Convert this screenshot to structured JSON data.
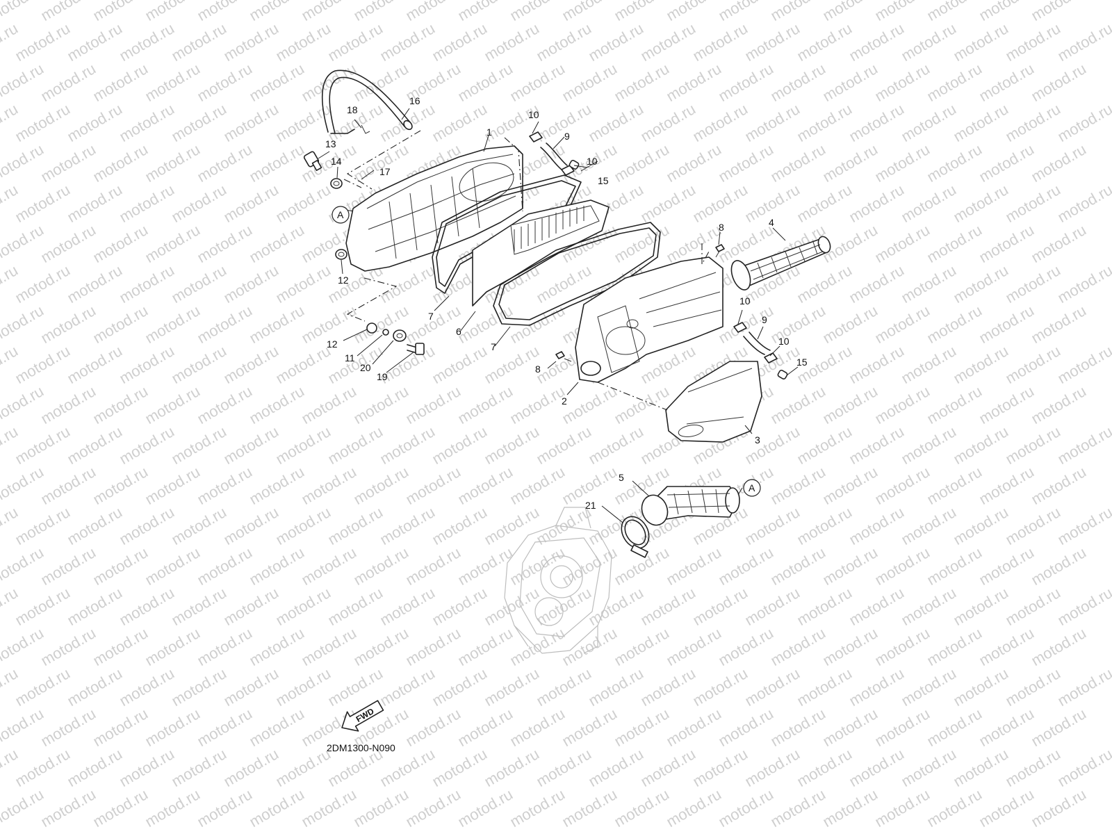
{
  "watermark": "motod.ru",
  "diagram_code": "2DM1300-N090",
  "fwd_label": "FWD",
  "reference_marker": "A",
  "callouts": {
    "c1": "1",
    "c2": "2",
    "c3": "3",
    "c4": "4",
    "c5": "5",
    "c6": "6",
    "c7a": "7",
    "c7b": "7",
    "c8a": "8",
    "c8b": "8",
    "c9a": "9",
    "c9b": "9",
    "c10a": "10",
    "c10b": "10",
    "c10c": "10",
    "c10d": "10",
    "c11": "11",
    "c12a": "12",
    "c12b": "12",
    "c13": "13",
    "c14": "14",
    "c15a": "15",
    "c15b": "15",
    "c16": "16",
    "c17": "17",
    "c18": "18",
    "c19": "19",
    "c20": "20",
    "c21": "21"
  }
}
